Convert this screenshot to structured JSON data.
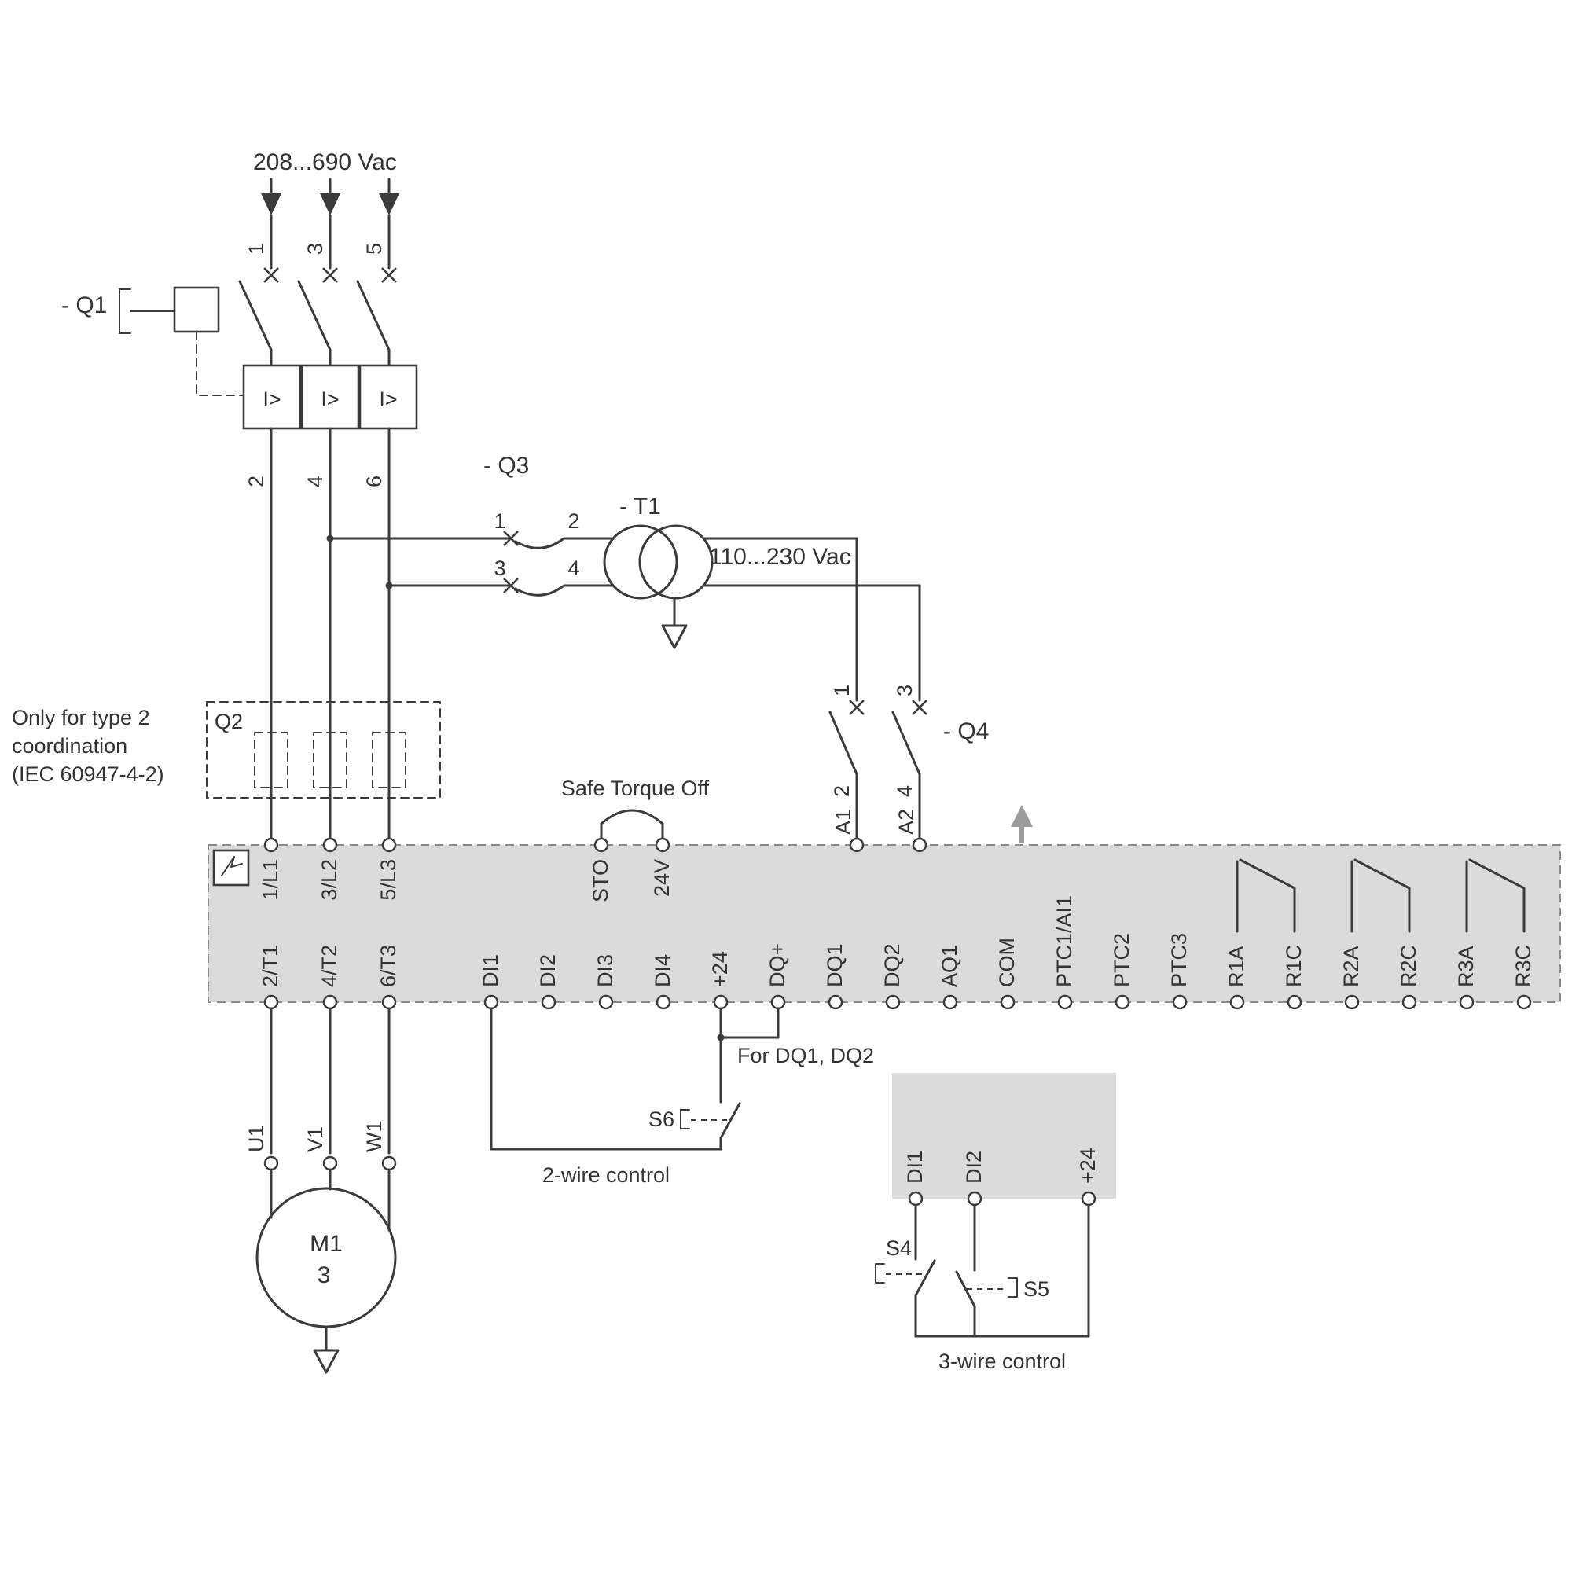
{
  "diagram": {
    "supply_voltage": "208...690 Vac",
    "control_voltage": "110...230 Vac",
    "type2_note": [
      "Only for type 2",
      "coordination",
      "(IEC 60947-4-2)"
    ],
    "safe_torque_off_label": "Safe Torque Off",
    "for_dq_label": "For DQ1, DQ2",
    "two_wire_label": "2-wire control",
    "three_wire_label": "3-wire control",
    "trip_unit_symbol": "I>"
  },
  "components": {
    "q1_label": "- Q1",
    "q2_label": "Q2",
    "q3_label": "- Q3",
    "q4_label": "- Q4",
    "t1_label": "- T1",
    "s4_label": "S4",
    "s5_label": "S5",
    "s6_label": "S6",
    "motor_name": "M1",
    "motor_phases": "3"
  },
  "pole_numbers": {
    "q1_top": [
      "1",
      "3",
      "5"
    ],
    "q1_bottom": [
      "2",
      "4",
      "6"
    ],
    "q3": [
      "1",
      "2",
      "3",
      "4"
    ],
    "q4_top": [
      "1",
      "3"
    ],
    "q4_bottom": [
      "2",
      "4"
    ]
  },
  "terminals": {
    "line_in": [
      "1/L1",
      "3/L2",
      "5/L3"
    ],
    "sto": [
      "STO",
      "24V"
    ],
    "control_supply": [
      "A1",
      "A2"
    ],
    "bottom": [
      "2/T1",
      "4/T2",
      "6/T3",
      "DI1",
      "DI2",
      "DI3",
      "DI4",
      "+24",
      "DQ+",
      "DQ1",
      "DQ2",
      "AQ1",
      "COM",
      "PTC1/AI1",
      "PTC2",
      "PTC3",
      "R1A",
      "R1C",
      "R2A",
      "R2C",
      "R3A",
      "R3C"
    ],
    "motor": [
      "U1",
      "V1",
      "W1"
    ],
    "inset": [
      "DI1",
      "DI2",
      "+24"
    ]
  }
}
